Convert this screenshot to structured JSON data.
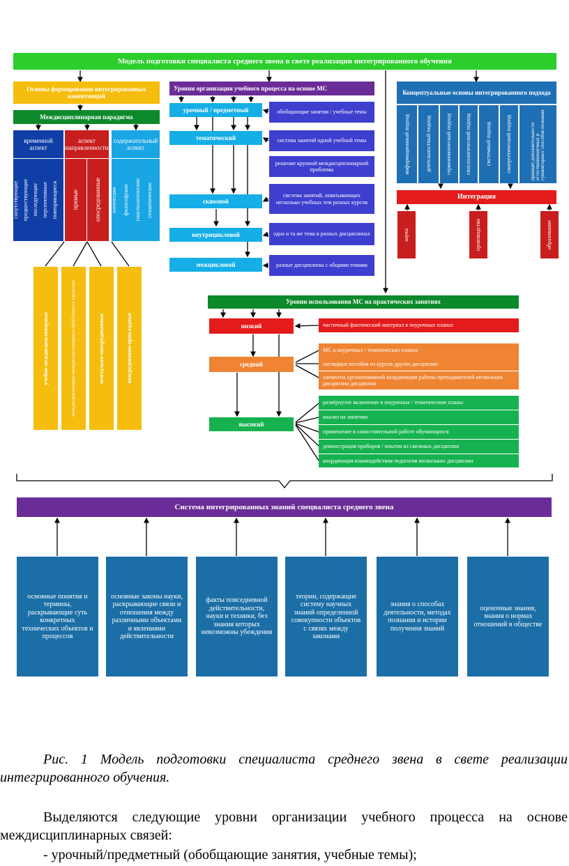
{
  "top_title": "Модель подготовки специалиста среднего звена в свете реализации интегрированного обучения",
  "left": {
    "header": "Основы формирования интегрированных компетенций",
    "paradigm": "Междисциплинарная парадигма",
    "aspects": [
      {
        "title": "временной аспект",
        "items": [
          "сопутствующие",
          "предшествующие",
          "последующие",
          "перспективные",
          "повторяющиеся"
        ]
      },
      {
        "title": "аспект направленности",
        "items": [
          "прямые",
          "опосредованные"
        ]
      },
      {
        "title": "содержательный аспект",
        "items": [
          "логические",
          "философские",
          "гносеологические",
          "семантические"
        ]
      }
    ],
    "bottom_cols": [
      "учебно-междисциплинарные",
      "междисциплинарно-междисциплинарные проблемного характера",
      "ментально-опосредованные",
      "опосредованно-прикладные"
    ]
  },
  "middle": {
    "header": "Уровни организации учебного процесса на основе МС",
    "levels": [
      "урочный / предметный",
      "тематический",
      "сквозной",
      "внутрицикловой",
      "межцикловой"
    ],
    "descriptions": [
      "обобщающие занятия / учебные темы",
      "система занятий одной учебной темы",
      "решение крупной междисциплинарной проблемы",
      "система занятий, охватывающих несколько учебных тем разных курсов",
      "одна и та же тема в разных дисциплинах",
      "разные дисциплины с общими темами"
    ]
  },
  "right": {
    "header": "Концептуальные основы интегрированного подхода",
    "approaches": [
      "информационный подход",
      "деятельностный подход",
      "герменевтический подход",
      "гносеологический подход",
      "системный подход",
      "синергетический подход",
      "принцип дополнительности естественнонаучных и гуманитарных способов познания"
    ],
    "integration": "Интеграция",
    "integration_items": [
      "наука",
      "производство",
      "образование"
    ]
  },
  "practice": {
    "header": "Уровни использования МС на практических занятиях",
    "low": {
      "label": "низкий",
      "items": [
        "частичный фактический материал в поурочных планах"
      ]
    },
    "mid": {
      "label": "средний",
      "items": [
        "МС в поурочных / тематических планах",
        "наглядные пособия из курсов других дисциплин",
        "элементы организованной координации работы преподавателей нескольких дисциплин дисциплин"
      ]
    },
    "high": {
      "label": "высокий",
      "items": [
        "развёрнутое включение в поурочные / тематические планы",
        "анализ на занятиях",
        "применение в самостоятельной работе обучающихся",
        "демонстрация приборов / опытов из смежных дисциплин",
        "координация взаимодействия педагогов нескольких дисциплин"
      ]
    }
  },
  "system": {
    "title": "Система интегрированных знаний специалиста среднего звена",
    "boxes": [
      "основные понятия и термины, раскрывающие суть конкретных технических объектов и процессов",
      "основные законы науки, раскрывающие связи и отношения между различными объектами и явлениями действительности",
      "факты повседневной действительности, науки и техники, без знания которых невозможны убеждения",
      "теории, содержащие систему научных знаний определенной совокупности объектов с связях между законами",
      "знания о способах деятельности, методах познания и истории получения знаний",
      "оценочные знания, знания о нормах отношений в обществе"
    ]
  },
  "caption": "Рис. 1 Модель подготовки специалиста среднего звена в свете реализации интегрированного обучения.",
  "body_text": {
    "p1": "Выделяются следующие уровни организации учебного процесса на основе междисциплинарных связей:",
    "p2": "- урочный/предметный (обобщающие занятия, учебные темы);"
  }
}
